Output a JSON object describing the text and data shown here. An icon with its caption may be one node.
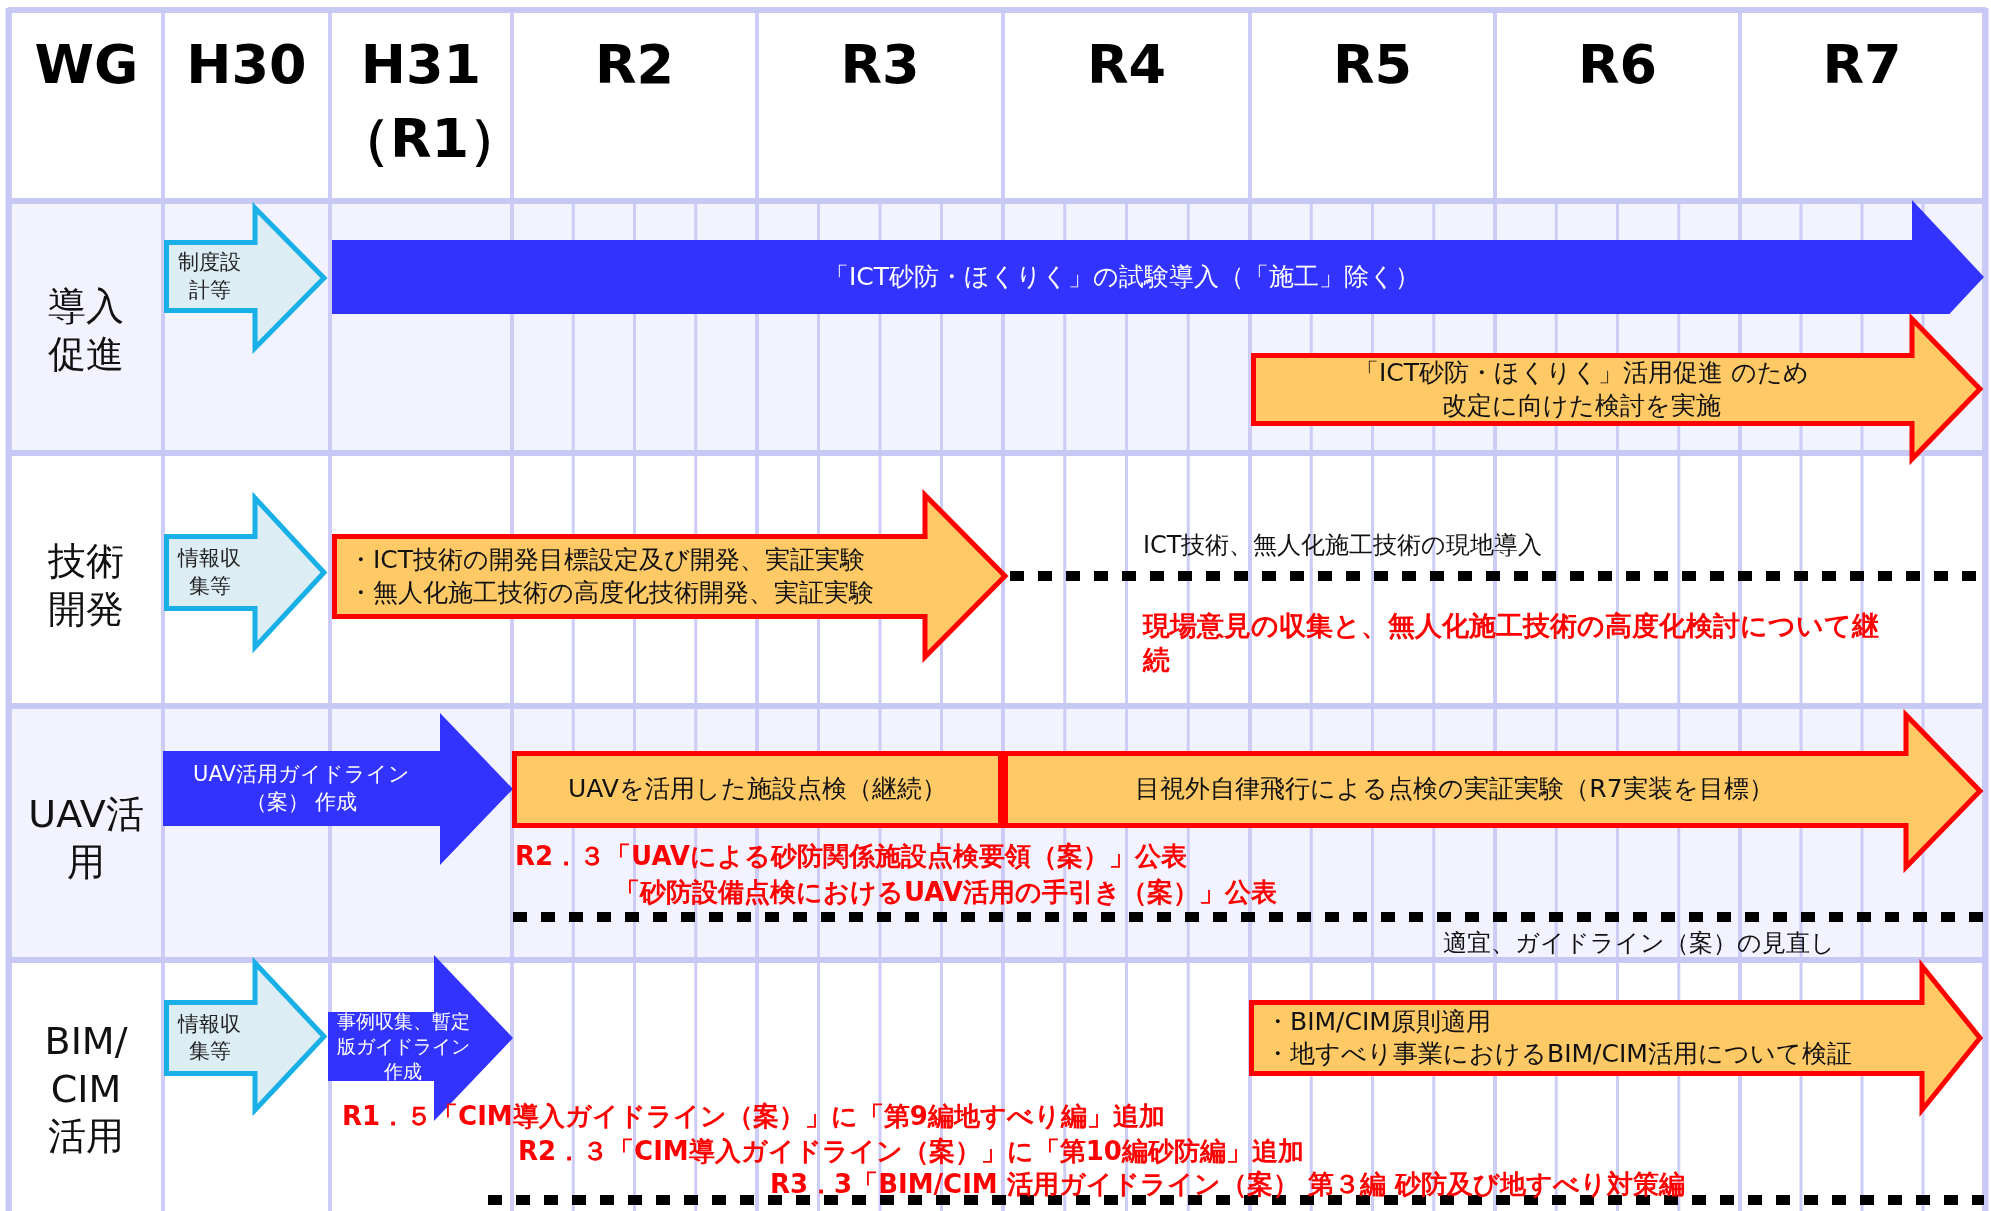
{
  "diagram": {
    "nodes": [
      {
        "text": [
          "制度設計等"
        ]
      },
      {
        "text": [
          "「ICT砂防・ほくりく」の試験導入（「施工」除く）"
        ]
      },
      {
        "text": [
          "「ICT砂防・ほくりく」活用促進 のため改定に向けた検討を実施"
        ]
      },
      {
        "text": [
          "情報収集等"
        ]
      },
      {
        "text": [
          "・ICT技術の開発目標設定及び開発、実証実験",
          "・無人化施工技術の高度化技術開発、実証実験"
        ]
      },
      {
        "text": [
          "UAV活用ガイドライン（案） 作成"
        ]
      },
      {
        "text": [
          "UAVを活用した施設点検（継続）"
        ]
      },
      {
        "text": [
          "目視外自律飛行による点検の実証実験（R7実装を目標）"
        ]
      },
      {
        "text": [
          "情報収集等"
        ]
      },
      {
        "text": [
          "事例収集、暫定版ガイドライン作成"
        ]
      },
      {
        "text": [
          "・BIM/CIM原則適用",
          "・地すべり事業におけるBIM/CIM活用について検証"
        ]
      }
    ],
    "labels": [
      "WG",
      "H30",
      "H31（R1）",
      "R2",
      "R3",
      "R4",
      "R5",
      "R6",
      "R7",
      "導入促進",
      "技術開発",
      "ICT技術、無人化施工技術の現地導入",
      "現場意見の収集と、無人化施工技術の高度化検討について継続",
      "UAV活用",
      "R2．３「UAVによる砂防関係施設点検要領（案）」公表",
      "「砂防設備点検におけるUAV活用の手引き（案）」公表",
      "適宜、ガイドライン（案）の見直し",
      "BIM/CIM活用",
      "R1．５「CIM導入ガイドライン（案）」に「第9編地すべり編」追加",
      "R2．３「CIM導入ガイドライン（案）」に「第10編砂防編」追加",
      "R3．3「BIM/CIM 活用ガイドライン（案） 第３編 砂防及び地すべり対策編"
    ]
  }
}
